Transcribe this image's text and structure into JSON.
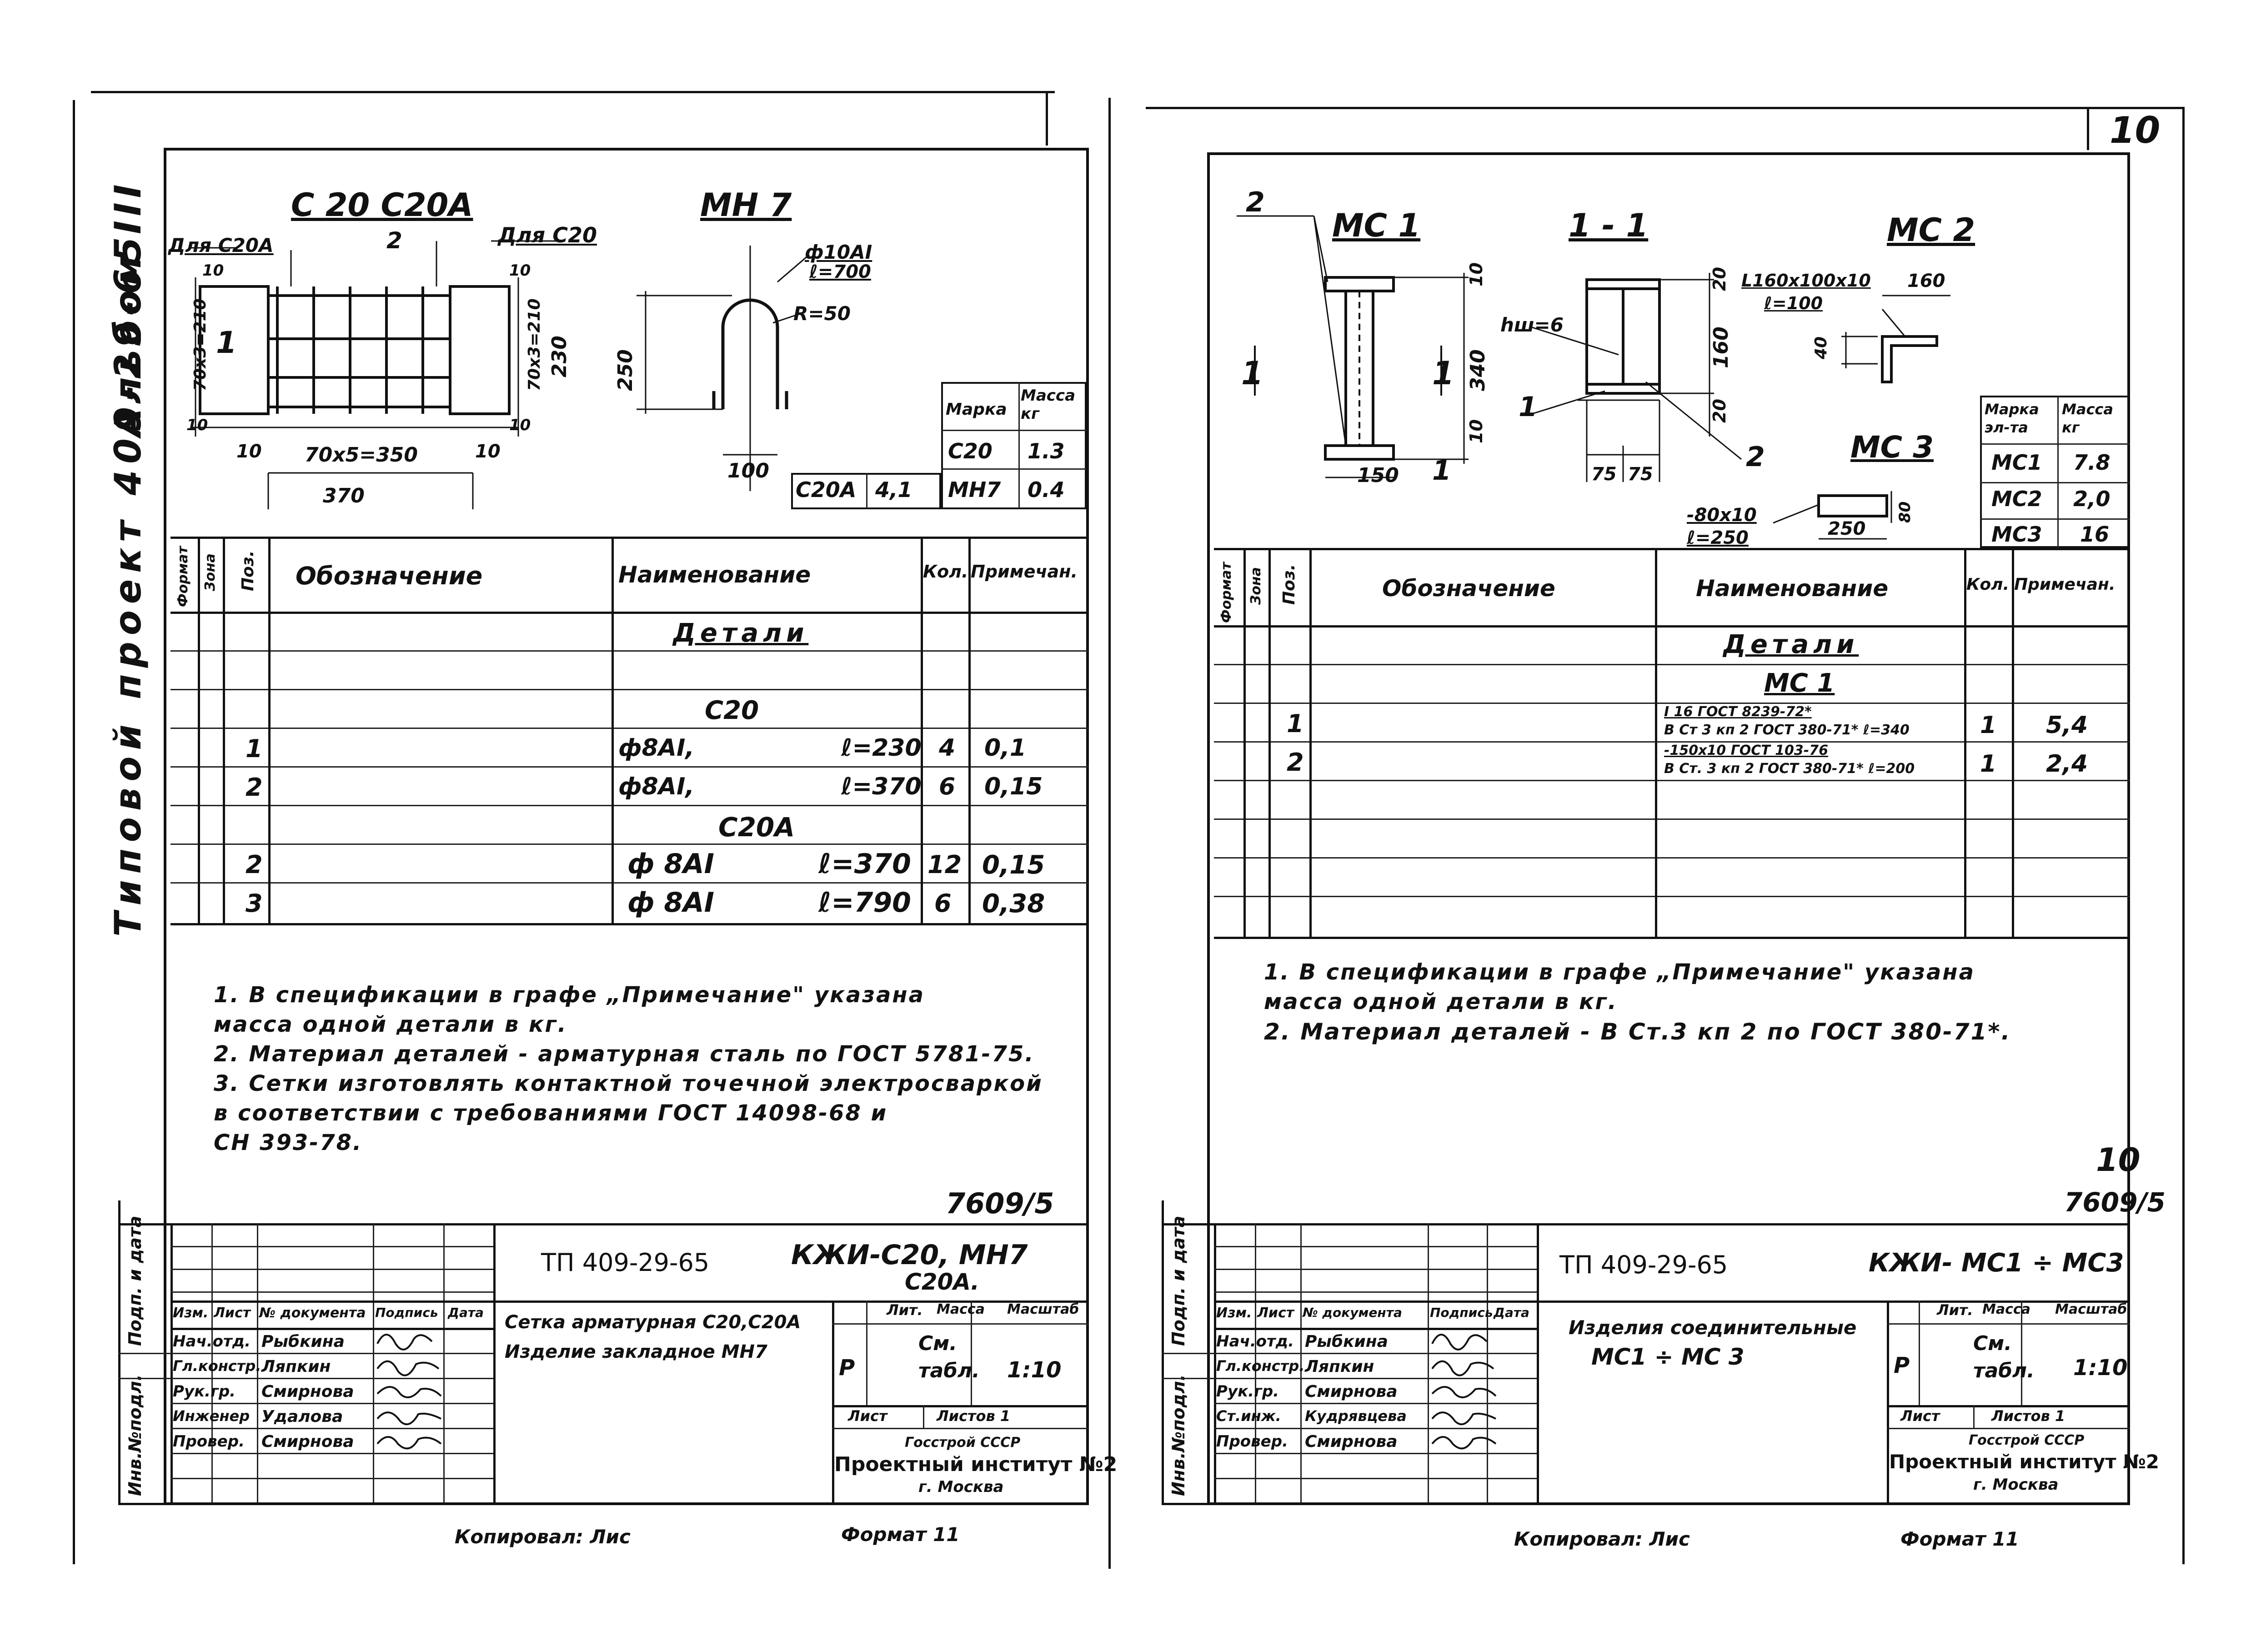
{
  "album": {
    "title": "Альбом III",
    "project": "Типовой проект 409-29-65"
  },
  "page_number": "10",
  "left_sheet": {
    "drawing_c20": {
      "title": "С 20 С20А",
      "for_c20a": "Для С20А",
      "for_c20": "Для С20",
      "pos2": "2",
      "pos1": "1",
      "dim_10a": "10",
      "dim_10b": "10",
      "dim_10c": "10",
      "dim_10d": "10",
      "dim_10e": "10",
      "dim_10f": "10",
      "dim_70x3": "70х3=210",
      "dim_vert_left": "70х3=210",
      "dim_230": "230",
      "dim_70x5": "70х5=350",
      "dim_370": "370"
    },
    "drawing_mn7": {
      "title": "МН 7",
      "rebar": "ф10АI",
      "length": "ℓ=700",
      "radius": "R=50",
      "dim_250": "250",
      "dim_100": "100"
    },
    "mass_table": {
      "headers": [
        "Марка",
        "Масса кг"
      ],
      "rows": [
        [
          "С20",
          "1.3"
        ],
        [
          "МН7",
          "0.4"
        ]
      ],
      "c20a_label": "С20А",
      "c20a_mass": "4,1"
    },
    "spec": {
      "headers": [
        "Формат",
        "Зона",
        "Поз.",
        "Обозначение",
        "Наименование",
        "Кол.",
        "Примечан."
      ],
      "section_title": "Детали",
      "subsections": [
        {
          "title": "С20",
          "rows": [
            {
              "pos": "1",
              "name": "ф8АI,",
              "len": "ℓ=230",
              "qty": "4",
              "note": "0,1"
            },
            {
              "pos": "2",
              "name": "ф8АI,",
              "len": "ℓ=370",
              "qty": "6",
              "note": "0,15"
            }
          ]
        },
        {
          "title": "С20А",
          "rows": [
            {
              "pos": "2",
              "name": "ф 8АI",
              "len": "ℓ=370",
              "qty": "12",
              "note": "0,15"
            },
            {
              "pos": "3",
              "name": "ф 8АI",
              "len": "ℓ=790",
              "qty": "6",
              "note": "0,38"
            }
          ]
        }
      ]
    },
    "notes": [
      "1. В спецификации в графе „Примечание\" указана",
      "масса одной детали в кг.",
      "2. Материал деталей - арматурная сталь по ГОСТ 5781-75.",
      "3. Сетки изготовлять контактной точечной электросваркой",
      "в соответствии с требованиями ГОСТ 14098-68 и",
      "СН 393-78."
    ],
    "inv_number": "7609/5",
    "title_block": {
      "code": "ТП 409-29-65",
      "mark": "КЖИ-С20, МН7",
      "mark2": "С20А.",
      "description": [
        "Сетка арматурная С20,С20А",
        "Изделие закладное МН7"
      ],
      "lit_label": "Лит.",
      "mass_label": "Масса",
      "scale_label": "Масштаб",
      "lit": "Р",
      "mass_value": "См. табл.",
      "scale": "1:10",
      "sheet_label": "Лист",
      "sheets_label": "Листов 1",
      "org": [
        "Госстрой СССР",
        "Проектный институт №2",
        "г. Москва"
      ],
      "head_cols": [
        "Изм.",
        "Лист",
        "№ документа",
        "Подпись",
        "Дата"
      ],
      "staff": [
        {
          "role": "Нач.отд.",
          "name": "Рыбкина"
        },
        {
          "role": "Гл.констр.",
          "name": "Ляпкин"
        },
        {
          "role": "Рук.гр.",
          "name": "Смирнова"
        },
        {
          "role": "Инженер",
          "name": "Удалова"
        },
        {
          "role": "Провер.",
          "name": "Смирнова"
        }
      ]
    },
    "side_labels": [
      "Подп. и дата",
      "Инв.№подл."
    ],
    "footer": {
      "copied": "Копировал: Лис",
      "format": "Формат 11"
    }
  },
  "right_sheet": {
    "drawing_mc1": {
      "title": "МС 1",
      "pos2": "2",
      "pos1": "1",
      "sect": "1",
      "sect2": "1",
      "dim_10a": "10",
      "dim_340": "340",
      "dim_10b": "10",
      "dim_150": "150"
    },
    "drawing_section": {
      "title": "1 - 1",
      "weld": "hш=6",
      "dim_20a": "20",
      "dim_160": "160",
      "dim_20b": "20",
      "dim_75a": "75",
      "dim_75b": "75",
      "pos1": "1",
      "pos2": "2"
    },
    "drawing_mc2": {
      "title": "МС 2",
      "angle": "L160х100х10",
      "length": "ℓ=100",
      "dim_160": "160",
      "dim_40": "40"
    },
    "drawing_mc3": {
      "title": "МС 3",
      "plate": "-80х10",
      "length": "ℓ=250",
      "dim_250": "250",
      "dim_80": "80"
    },
    "mass_table": {
      "headers": [
        "Марка эл-та",
        "Масса кг"
      ],
      "rows": [
        [
          "МС1",
          "7.8"
        ],
        [
          "МС2",
          "2,0"
        ],
        [
          "МС3",
          "16"
        ]
      ]
    },
    "spec": {
      "headers": [
        "Формат",
        "Зона",
        "Поз.",
        "Обозначение",
        "Наименование",
        "Кол.",
        "Примечан."
      ],
      "section_title": "Детали",
      "sub_title": "МС 1",
      "rows": [
        {
          "pos": "1",
          "name1": "I 16 ГОСТ 8239-72*",
          "name2": "В Ст 3 кп 2 ГОСТ 380-71* ℓ=340",
          "qty": "1",
          "note": "5,4"
        },
        {
          "pos": "2",
          "name1": "-150х10 ГОСТ 103-76",
          "name2": "В Ст. 3 кп 2 ГОСТ 380-71* ℓ=200",
          "qty": "1",
          "note": "2,4"
        }
      ]
    },
    "notes": [
      "1. В спецификации в графе „Примечание\" указана",
      "масса одной детали в кг.",
      "2. Материал деталей - В Ст.3 кп 2 по ГОСТ 380-71*."
    ],
    "inv_number": "7609/5",
    "inv_number_top": "10",
    "title_block": {
      "code": "ТП 409-29-65",
      "mark": "КЖИ- МС1 ÷ МС3",
      "description": [
        "Изделия соединительные",
        "МС1 ÷ МС 3"
      ],
      "lit_label": "Лит.",
      "mass_label": "Масса",
      "scale_label": "Масштаб",
      "lit": "Р",
      "mass_value": "См. табл.",
      "scale": "1:10",
      "sheet_label": "Лист",
      "sheets_label": "Листов 1",
      "org": [
        "Госстрой СССР",
        "Проектный институт №2",
        "г. Москва"
      ],
      "head_cols": [
        "Изм.",
        "Лист",
        "№ документа",
        "Подпись",
        "Дата"
      ],
      "staff": [
        {
          "role": "Нач.отд.",
          "name": "Рыбкина"
        },
        {
          "role": "Гл.констр.",
          "name": "Ляпкин"
        },
        {
          "role": "Рук.гр.",
          "name": "Смирнова"
        },
        {
          "role": "Ст.инж.",
          "name": "Кудрявцева"
        },
        {
          "role": "Провер.",
          "name": "Смирнова"
        }
      ]
    },
    "side_labels": [
      "Подп. и дата",
      "Инв.№подл."
    ],
    "footer": {
      "copied": "Копировал: Лис",
      "format": "Формат 11"
    }
  }
}
